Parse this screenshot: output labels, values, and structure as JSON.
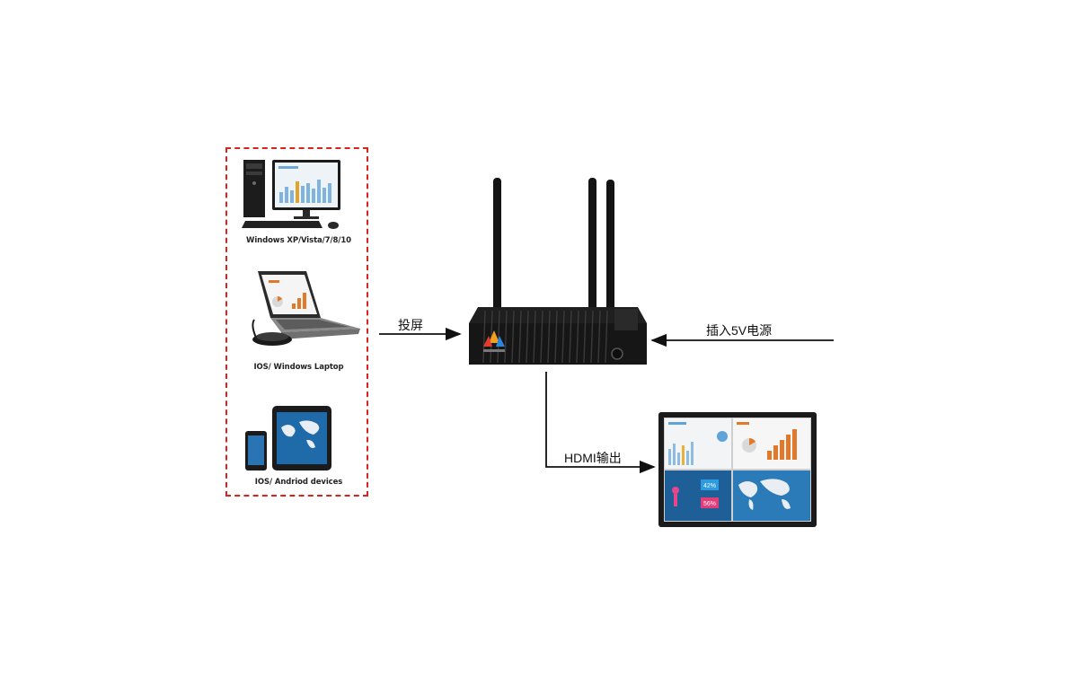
{
  "devices": [
    {
      "id": "desktop",
      "caption": "Windows XP/Vista/7/8/10",
      "icon": "desktop-pc-icon"
    },
    {
      "id": "laptop",
      "caption": "IOS/ Windows Laptop",
      "icon": "laptop-icon"
    },
    {
      "id": "mobile",
      "caption": "IOS/ Andriod devices",
      "icon": "tablet-phone-icon"
    }
  ],
  "hub": {
    "icon": "wireless-router-icon"
  },
  "display": {
    "icon": "wall-display-icon",
    "tiles": [
      "42%",
      "56%"
    ]
  },
  "connections": {
    "cast_label": "投屏",
    "power_label": "插入5V电源",
    "hdmi_label": "HDMI输出"
  },
  "colors": {
    "frame_dashed": "#d8231f",
    "line": "#111111"
  }
}
